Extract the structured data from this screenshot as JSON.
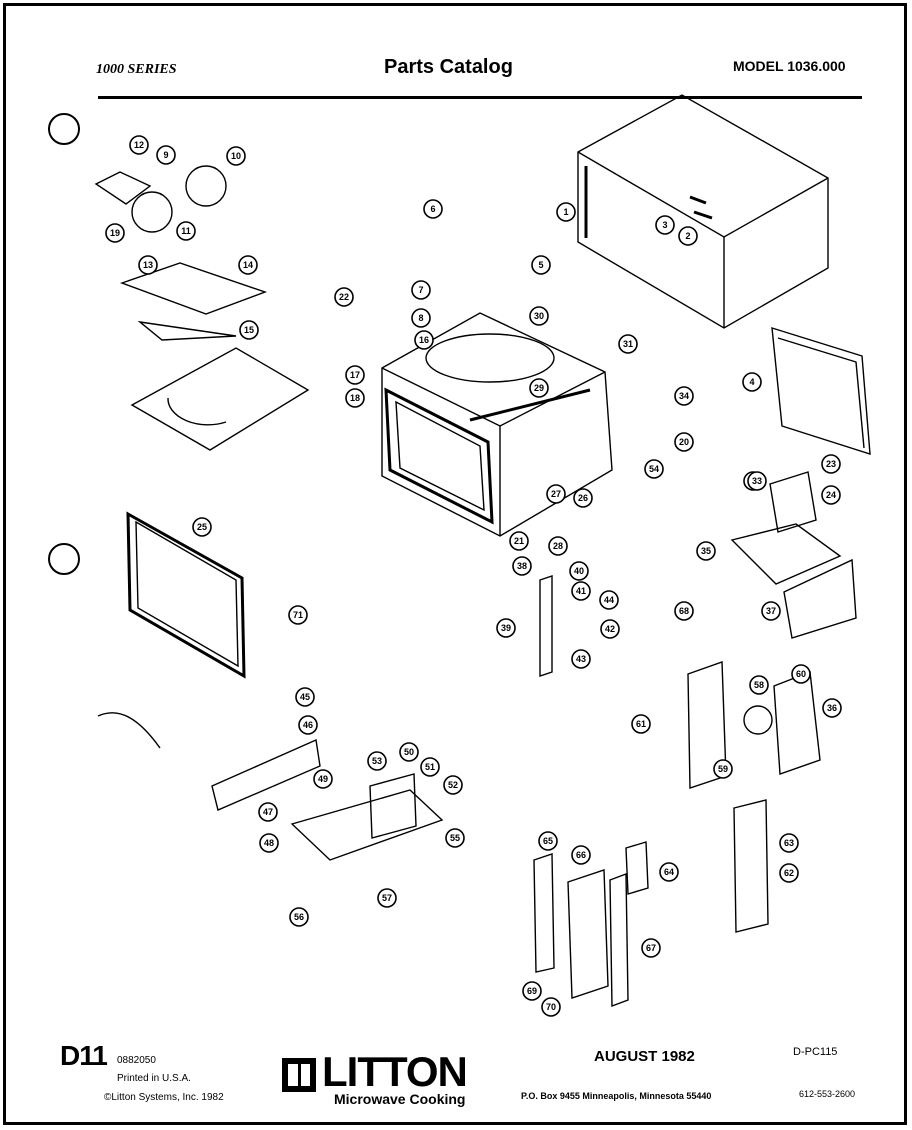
{
  "header": {
    "series": "1000 SERIES",
    "title": "Parts Catalog",
    "model": "MODEL 1036.000"
  },
  "callouts": [
    "1",
    "2",
    "3",
    "4",
    "5",
    "6",
    "7",
    "8",
    "9",
    "10",
    "11",
    "12",
    "13",
    "14",
    "15",
    "16",
    "17",
    "18",
    "19",
    "20",
    "21",
    "22",
    "23",
    "24",
    "25",
    "26",
    "27",
    "28",
    "29",
    "30",
    "31",
    "32",
    "33",
    "34",
    "35",
    "36",
    "37",
    "38",
    "39",
    "40",
    "41",
    "42",
    "43",
    "44",
    "45",
    "46",
    "47",
    "48",
    "49",
    "50",
    "51",
    "52",
    "53",
    "54",
    "55",
    "56",
    "57",
    "58",
    "59",
    "60",
    "61",
    "62",
    "63",
    "64",
    "65",
    "66",
    "67",
    "68",
    "69",
    "70",
    "71"
  ],
  "footer": {
    "page_code": "D11",
    "doc_number": "0882050",
    "printed": "Printed in U.S.A.",
    "copyright": "©Litton Systems, Inc. 1982",
    "brand": "LITTON",
    "tagline": "Microwave Cooking",
    "date": "AUGUST 1982",
    "address": "P.O. Box 9455 Minneapolis, Minnesota 55440",
    "doc_id": "D-PC115",
    "phone": "612-553-2600"
  }
}
